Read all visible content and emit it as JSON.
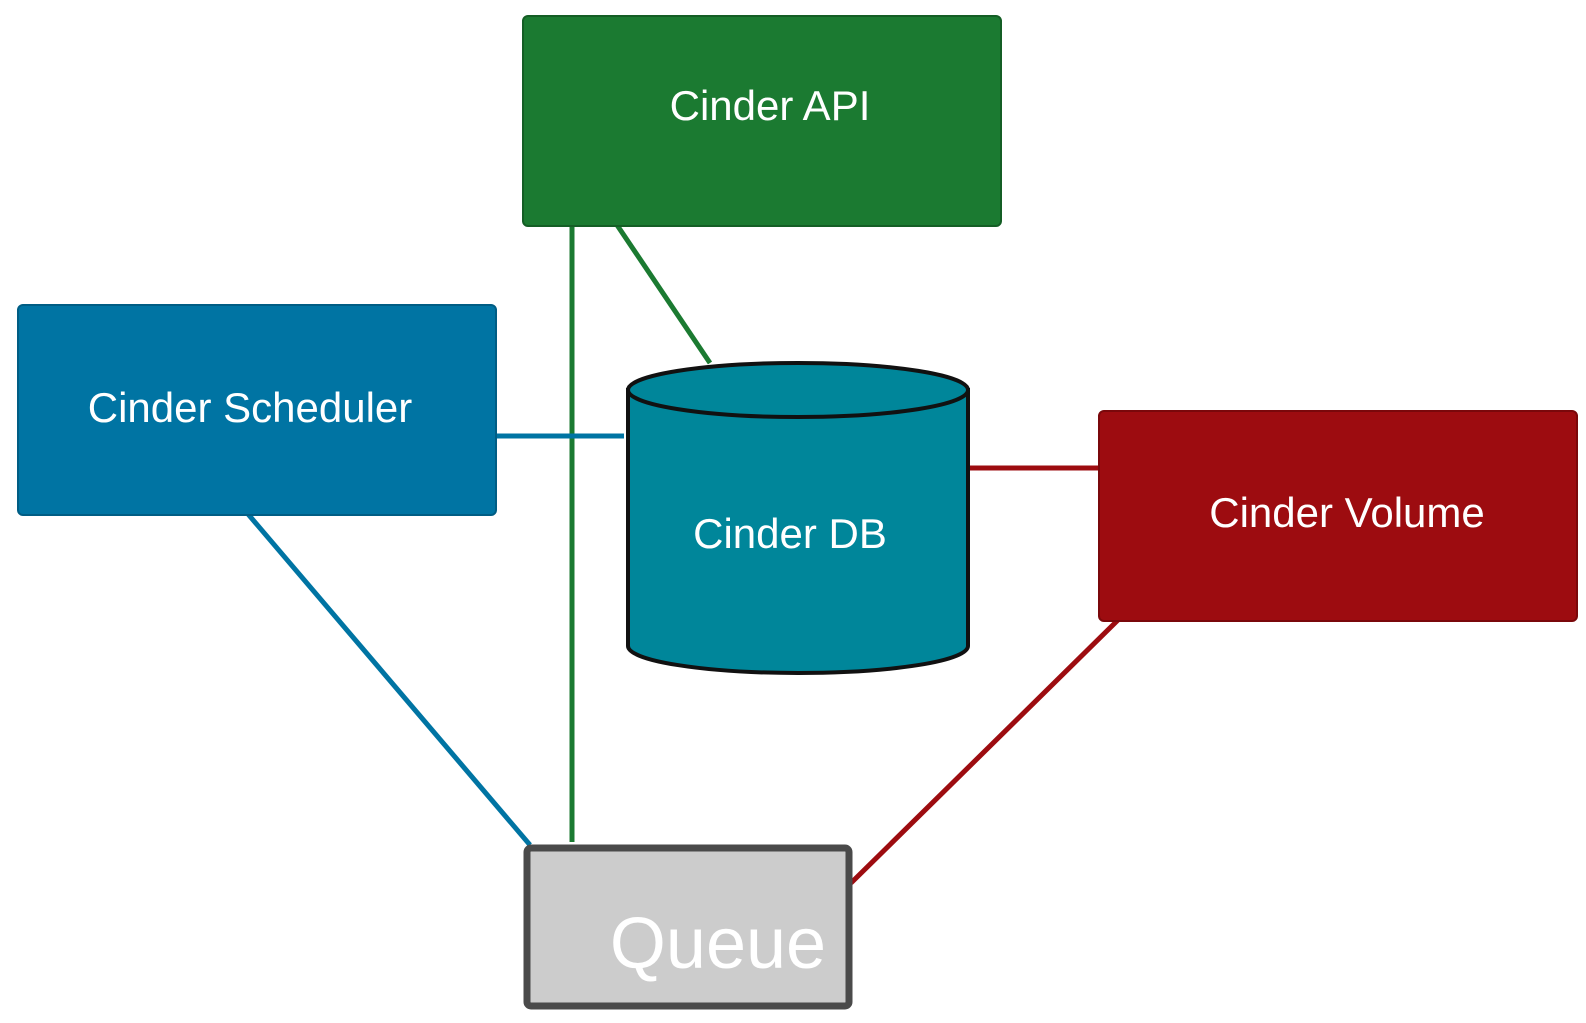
{
  "colors": {
    "api": "#1b7a31",
    "scheduler": "#0074a3",
    "db": "#00869a",
    "volume": "#9d0c10",
    "queue_fill": "#cccccc",
    "queue_border": "#4a4a4a",
    "text": "#ffffff"
  },
  "nodes": {
    "api": {
      "label": "Cinder API"
    },
    "scheduler": {
      "label": "Cinder Scheduler"
    },
    "db": {
      "label": "Cinder DB"
    },
    "volume": {
      "label": "Cinder Volume"
    },
    "queue": {
      "label": "Queue"
    }
  },
  "connections": [
    {
      "from": "api",
      "to": "db"
    },
    {
      "from": "api",
      "to": "queue"
    },
    {
      "from": "scheduler",
      "to": "db"
    },
    {
      "from": "scheduler",
      "to": "queue"
    },
    {
      "from": "volume",
      "to": "db"
    },
    {
      "from": "volume",
      "to": "queue"
    }
  ]
}
